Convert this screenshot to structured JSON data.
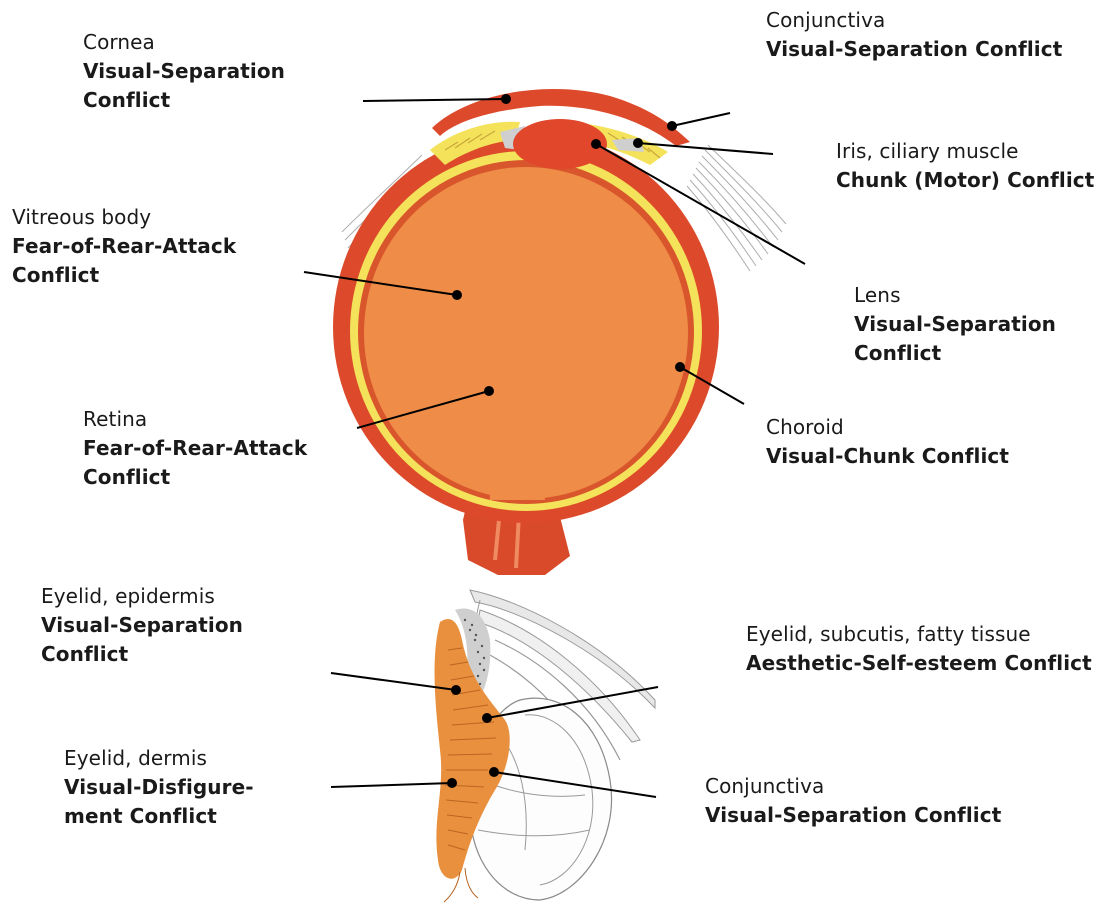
{
  "colors": {
    "sclera": "#dd4a2b",
    "vitreous": "#ef8d48",
    "retina": "#f4e25a",
    "lens": "#e0472b",
    "eyelid": "#e9903e",
    "leader": "#000000",
    "text": "#1a1a1a"
  },
  "eye_labels": {
    "cornea": {
      "organ": "Cornea",
      "conflict_lines": [
        "Visual-Separation",
        "Conflict"
      ]
    },
    "conjunctiva": {
      "organ": "Conjunctiva",
      "conflict_lines": [
        "Visual-Separation Conflict"
      ]
    },
    "iris": {
      "organ": "Iris, ciliary muscle",
      "conflict_lines": [
        "Chunk (Motor) Conflict"
      ]
    },
    "vitreous": {
      "organ": "Vitreous body",
      "conflict_lines": [
        "Fear-of-Rear-Attack",
        "Conflict"
      ]
    },
    "lens": {
      "organ": "Lens",
      "conflict_lines": [
        "Visual-Separation",
        "Conflict"
      ]
    },
    "retina": {
      "organ": "Retina",
      "conflict_lines": [
        "Fear-of-Rear-Attack",
        "Conflict"
      ]
    },
    "choroid": {
      "organ": "Choroid",
      "conflict_lines": [
        "Visual-Chunk Conflict"
      ]
    }
  },
  "eyelid_labels": {
    "epidermis": {
      "organ": "Eyelid, epidermis",
      "conflict_lines": [
        "Visual-Separation",
        "Conflict"
      ]
    },
    "subcutis": {
      "organ": "Eyelid, subcutis, fatty tissue",
      "conflict_lines": [
        "Aesthetic-Self-esteem Conflict"
      ]
    },
    "dermis": {
      "organ": "Eyelid, dermis",
      "conflict_lines": [
        "Visual-Disfigure-",
        "ment Conflict"
      ]
    },
    "conjunctiva": {
      "organ": "Conjunctiva",
      "conflict_lines": [
        "Visual-Separation Conflict"
      ]
    }
  }
}
